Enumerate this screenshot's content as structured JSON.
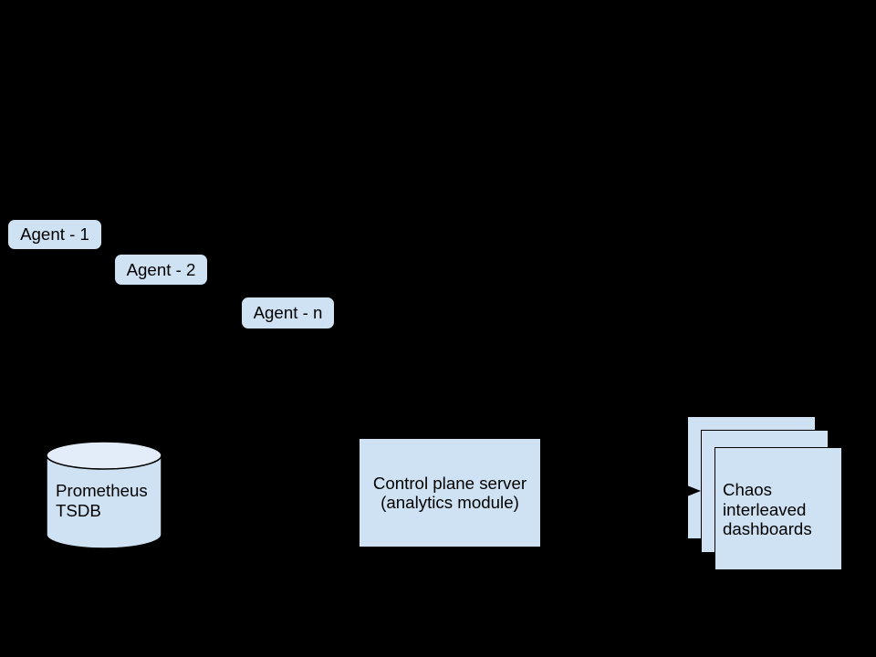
{
  "colors": {
    "background": "#000000",
    "shape_fill": "#cfe2f3",
    "cylinder_top_fill": "#e3edf9",
    "stroke": "#000000",
    "text": "#000000"
  },
  "agents": [
    {
      "label": "Agent - 1"
    },
    {
      "label": "Agent - 2"
    },
    {
      "label": "Agent - n"
    }
  ],
  "database": {
    "line1": "Prometheus",
    "line2": "TSDB"
  },
  "control_plane": {
    "line1": "Control plane server",
    "line2": "(analytics module)"
  },
  "dashboards": {
    "line1": "Chaos",
    "line2": "interleaved",
    "line3": "dashboards"
  }
}
